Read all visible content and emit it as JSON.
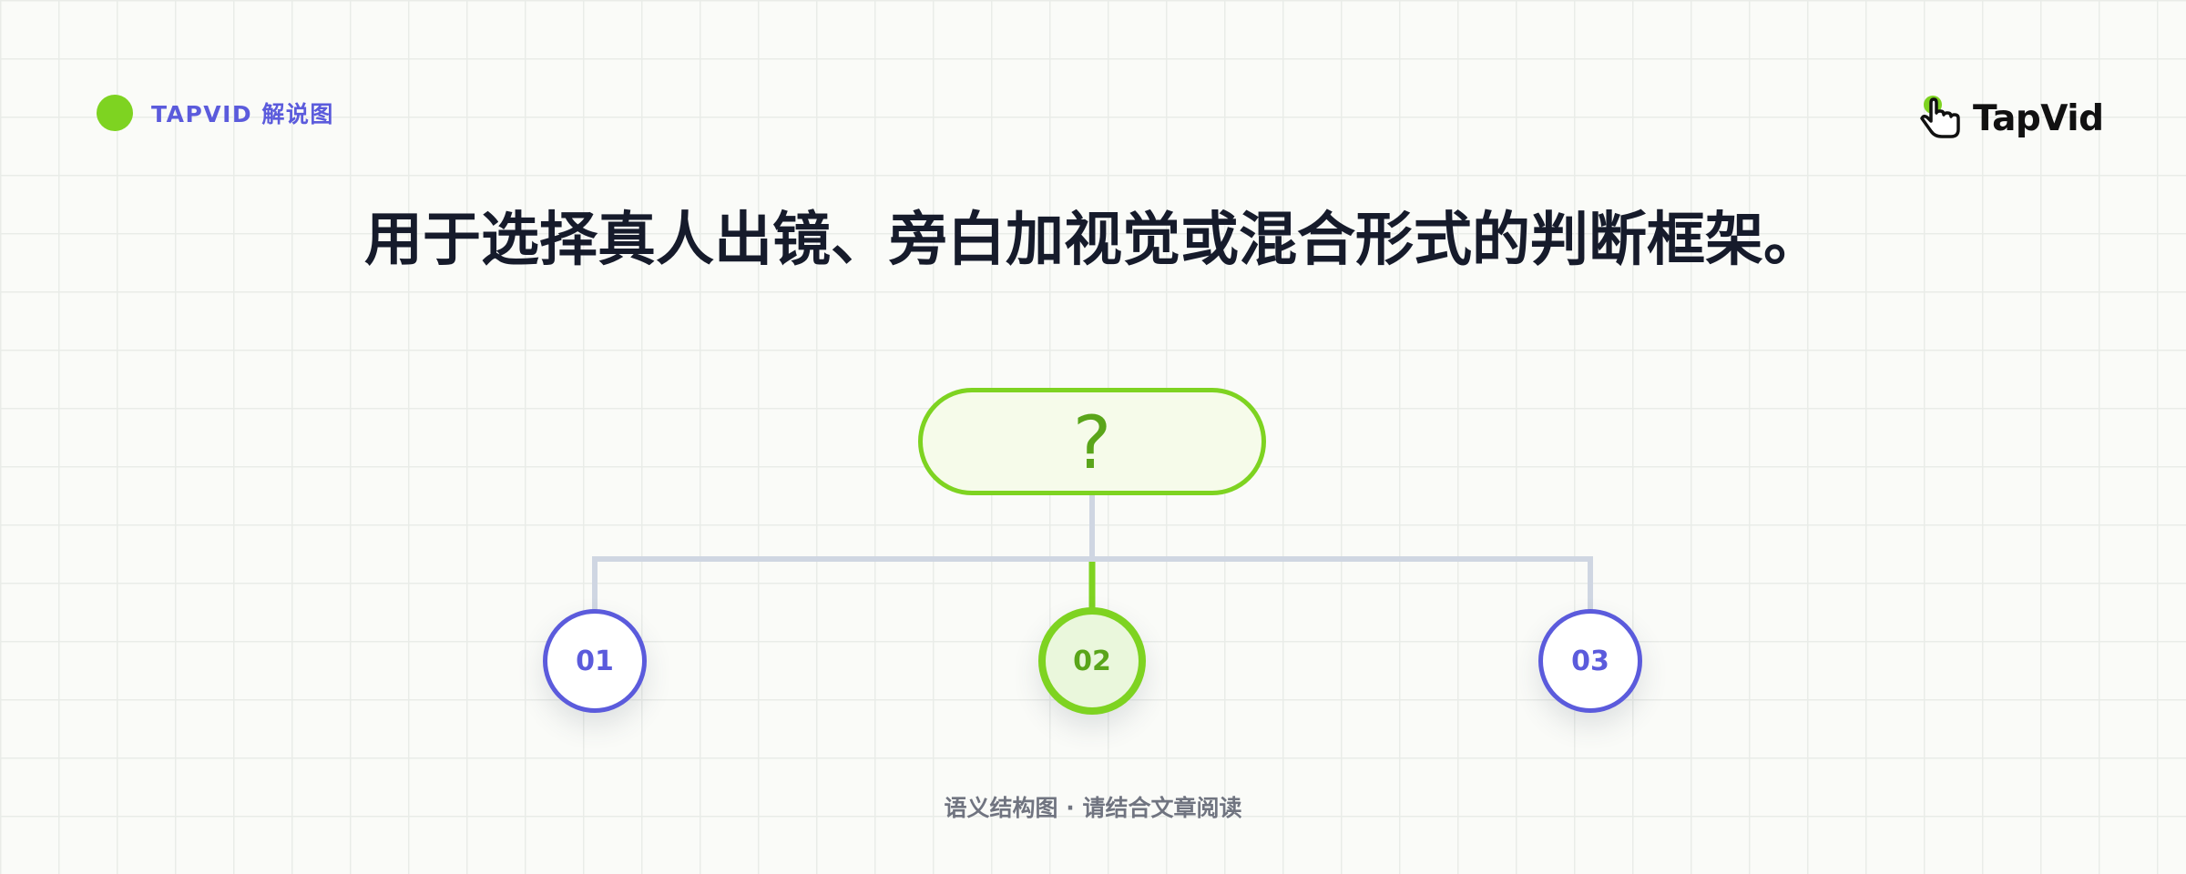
{
  "brand": {
    "label": "TAPVID 解说图",
    "dot_icon": "green-dot-icon"
  },
  "logo": {
    "text": "TapVid",
    "icon": "pointer-hand-icon"
  },
  "headline": "用于选择真人出镜、旁白加视觉或混合形式的判断框架。",
  "diagram": {
    "root_label": "?",
    "options": [
      {
        "label": "01",
        "active": false
      },
      {
        "label": "02",
        "active": true
      },
      {
        "label": "03",
        "active": false
      }
    ]
  },
  "footer": {
    "caption": "语义结构图 · 请结合文章阅读"
  },
  "colors": {
    "accent_green": "#7ed321",
    "accent_indigo": "#5b5bdc",
    "connector_gray": "#cfd6e2",
    "headline": "#161b2b"
  }
}
